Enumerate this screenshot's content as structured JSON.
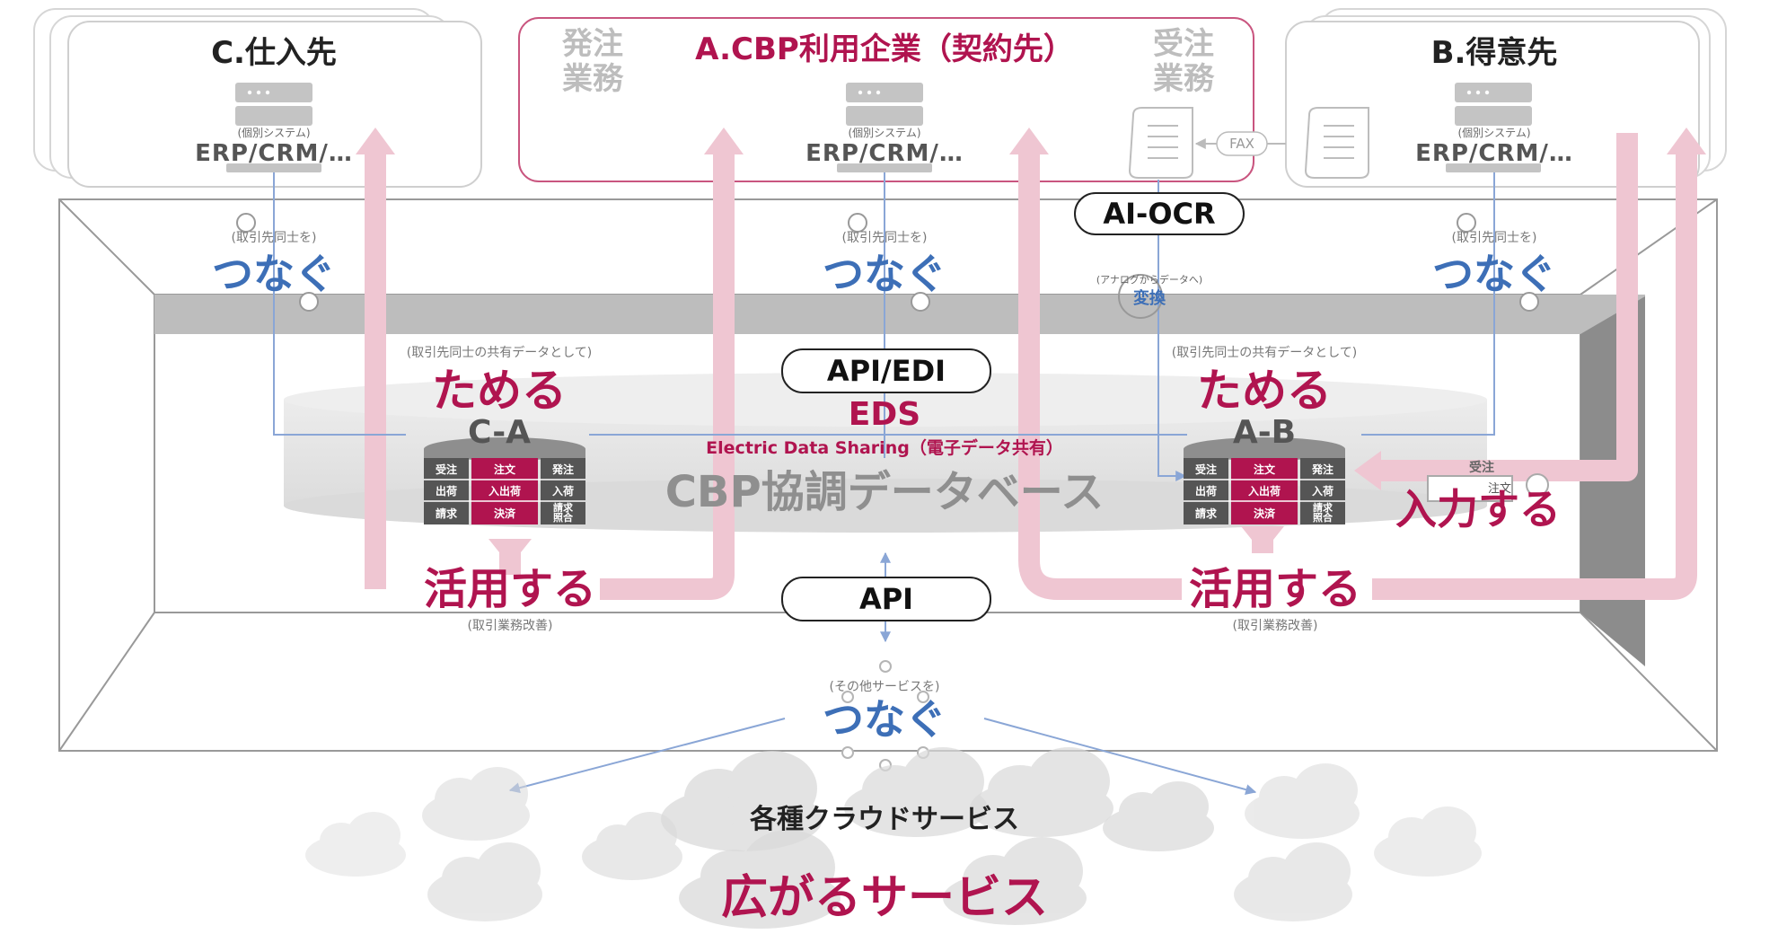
{
  "companies": {
    "supplier": {
      "title": "C.仕入先",
      "system_caption": "(個別システム)",
      "system": "ERP/CRM/…"
    },
    "user": {
      "title": "A.CBP利用企業（契約先）",
      "order_ops": "発注\n業務",
      "receive_ops": "受注\n業務",
      "system_caption": "(個別システム)",
      "system": "ERP/CRM/…"
    },
    "customer": {
      "title": "B.得意先",
      "system_caption": "(個別システム)",
      "system": "ERP/CRM/…"
    }
  },
  "fax_label": "FAX",
  "ai_ocr": {
    "label": "AI-OCR",
    "convert_caption": "(アナログからデータへ)",
    "convert": "変換"
  },
  "connect": {
    "caption": "(取引先同士を)",
    "label": "つなぐ",
    "other_caption": "(その他サービスを)"
  },
  "store": {
    "caption": "(取引先同士の共有データとして)",
    "label": "ためる"
  },
  "use": {
    "label": "活用する",
    "caption": "(取引業務改善)"
  },
  "input": {
    "caption": "受注",
    "label": "入力する",
    "doc": "注文"
  },
  "api_edi": "API/EDI",
  "api": "API",
  "eds": {
    "label": "EDS",
    "sub": "Electric Data Sharing（電子データ共有）"
  },
  "database_name": "CBP協調データベース",
  "stores": {
    "ca": {
      "label": "C-A"
    },
    "ab": {
      "label": "A-B"
    }
  },
  "stack_cells": {
    "left": [
      "受注",
      "出荷",
      "請求"
    ],
    "center": [
      "注文",
      "入出荷",
      "決済"
    ],
    "right": [
      "発注",
      "入荷",
      "請求\n照合"
    ]
  },
  "clouds": {
    "title": "各種クラウドサービス",
    "spread": "広がるサービス"
  },
  "colors": {
    "accent_red": "#b0144f",
    "connect_blue": "#3d6fb7",
    "arrow_pink": "#efc6d2",
    "line_blue": "#8aa6d6"
  }
}
